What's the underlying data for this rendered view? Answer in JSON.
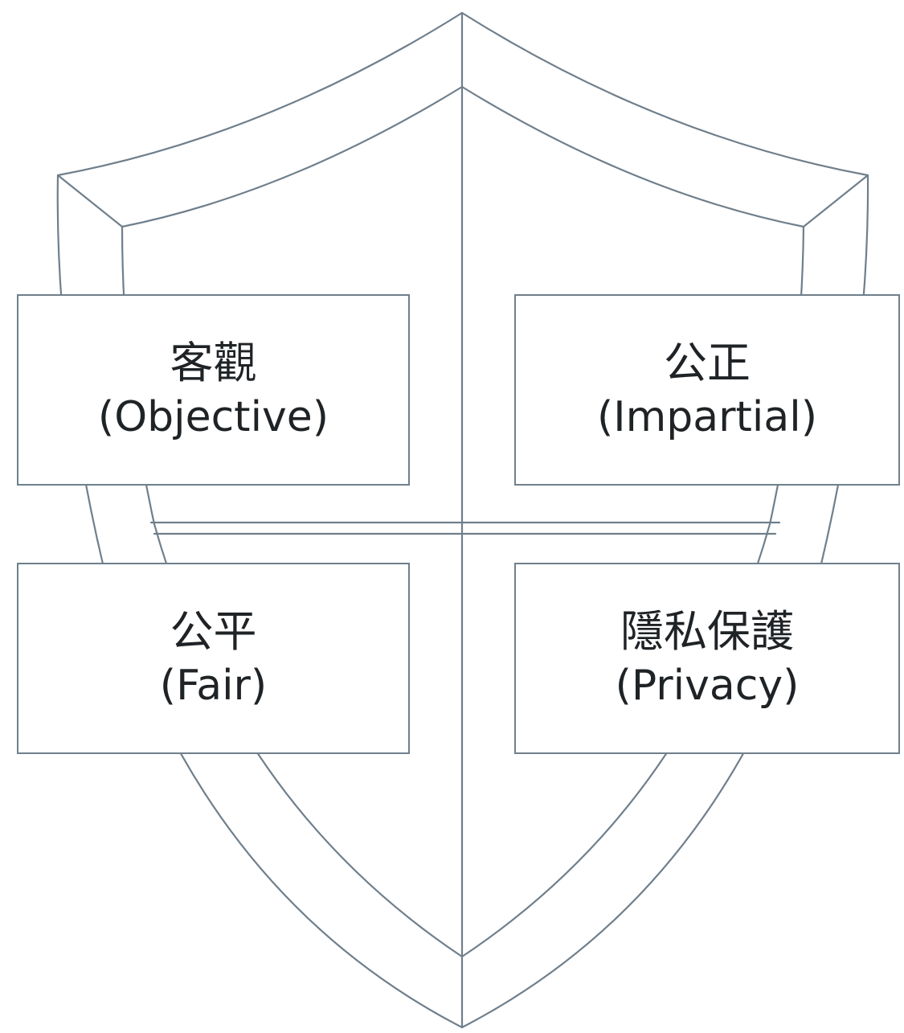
{
  "colors": {
    "line": "#6f7f8c",
    "text": "#1f2326",
    "background": "#ffffff"
  },
  "values": [
    {
      "zh": "客觀",
      "en": "(Objective)"
    },
    {
      "zh": "公正",
      "en": "(Impartial)"
    },
    {
      "zh": "公平",
      "en": "(Fair)"
    },
    {
      "zh": "隱私保護",
      "en": "(Privacy)"
    }
  ]
}
